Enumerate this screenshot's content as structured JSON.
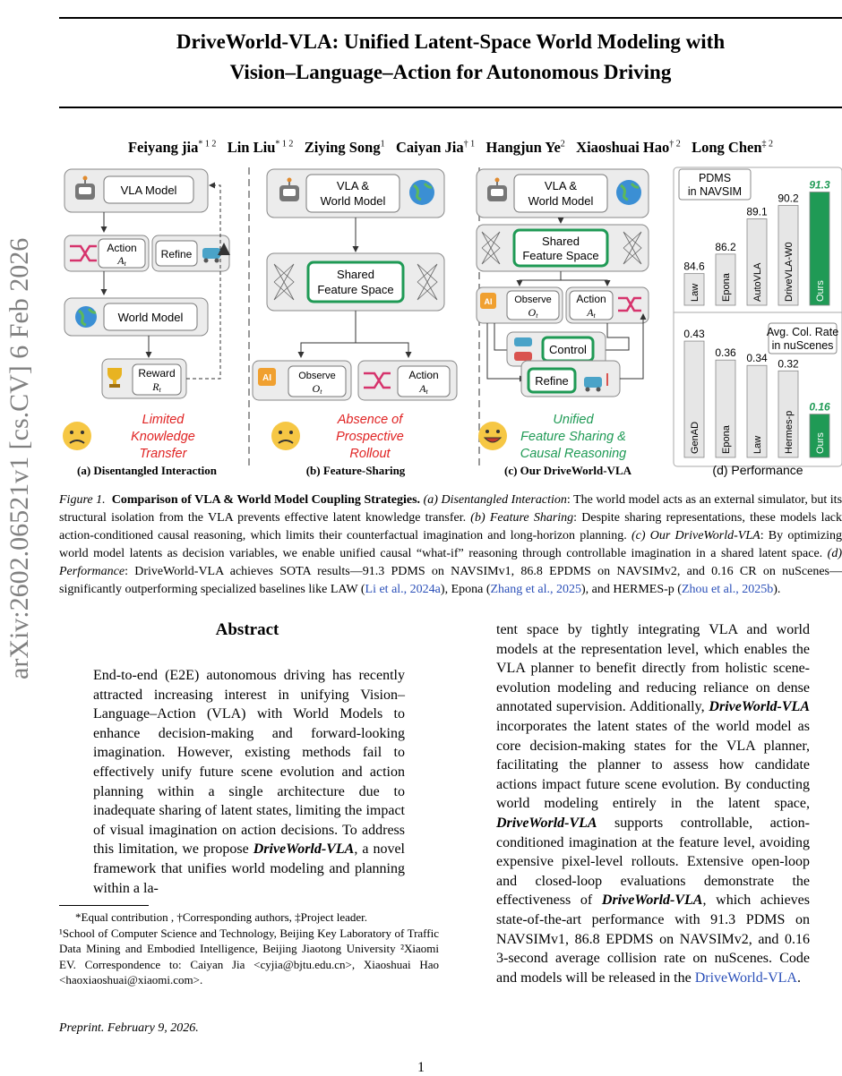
{
  "title_line1": "DriveWorld-VLA: Unified Latent-Space World Modeling with",
  "title_line2": "Vision–Language–Action for Autonomous Driving",
  "authors": [
    {
      "name": "Feiyang jia",
      "sup": "* 1 2"
    },
    {
      "name": "Lin Liu",
      "sup": "* 1 2"
    },
    {
      "name": "Ziying Song",
      "sup": "1"
    },
    {
      "name": "Caiyan Jia",
      "sup": "† 1"
    },
    {
      "name": "Hangjun Ye",
      "sup": "2"
    },
    {
      "name": "Xiaoshuai Hao",
      "sup": "† 2"
    },
    {
      "name": "Long Chen",
      "sup": "‡ 2"
    }
  ],
  "arxiv_id": "arXiv:2602.06521v1  [cs.CV]  6 Feb 2026",
  "figure": {
    "panel_a": {
      "vla_model": "VLA Model",
      "action": "Action",
      "action_sym": "A",
      "action_sub": "t",
      "refine": "Refine",
      "world_model": "World Model",
      "reward": "Reward",
      "reward_sym": "R",
      "reward_sub": "t",
      "emoji": "🙁",
      "note_l1": "Limited",
      "note_l2": "Knowledge",
      "note_l3": "Transfer",
      "caption": "(a) Disentangled Interaction"
    },
    "panel_b": {
      "vla_wm_l1": "VLA &",
      "vla_wm_l2": "World Model",
      "shared_l1": "Shared",
      "shared_l2": "Feature Space",
      "ai": "AI",
      "observe": "Observe",
      "observe_sym": "O",
      "observe_sub": "t",
      "action": "Action",
      "action_sym": "A",
      "action_sub": "t",
      "emoji": "🙁",
      "note_l1": "Absence of",
      "note_l2": "Prospective",
      "note_l3": "Rollout",
      "caption": "(b) Feature-Sharing"
    },
    "panel_c": {
      "vla_wm_l1": "VLA &",
      "vla_wm_l2": "World Model",
      "shared_l1": "Shared",
      "shared_l2": "Feature Space",
      "ai": "AI",
      "observe": "Observe",
      "observe_sym": "O",
      "observe_sub": "t",
      "action": "Action",
      "action_sym": "A",
      "action_sub": "t",
      "control": "Control",
      "refine": "Refine",
      "emoji": "😄",
      "note_l1": "Unified",
      "note_l2": "Feature Sharing &",
      "note_l3": "Causal Reasoning",
      "caption": "(c) Our DriveWorld-VLA"
    },
    "panel_d": {
      "caption": "(d) Performance",
      "green": "#1f9a55",
      "bar_gray": "#e6e6e6"
    }
  },
  "chart_data": [
    {
      "type": "bar",
      "title": "PDMS in NAVSIM",
      "categories": [
        "Law",
        "Epona",
        "AutoVLA",
        "DriveVLA-W0",
        "Ours"
      ],
      "values": [
        84.6,
        86.2,
        89.1,
        90.2,
        91.3
      ],
      "value_labels": [
        "84.6",
        "86.2",
        "89.1",
        "90.2",
        "91.3"
      ],
      "highlight": "Ours"
    },
    {
      "type": "bar",
      "title": "Avg. Col. Rate in nuScenes",
      "categories": [
        "GenAD",
        "Epona",
        "Law",
        "Hermes-p",
        "Ours"
      ],
      "values": [
        0.43,
        0.36,
        0.34,
        0.32,
        0.16
      ],
      "value_labels": [
        "0.43",
        "0.36",
        "0.34",
        "0.32",
        "0.16"
      ],
      "highlight": "Ours"
    }
  ],
  "caption": {
    "fig_label": "Figure 1.",
    "bold": "Comparison of VLA & World Model Coupling Strategies.",
    "a_lbl": "(a) Disentangled Interaction",
    "a_text": ": The world model acts as an external simulator, but its structural isolation from the VLA prevents effective latent knowledge transfer. ",
    "b_lbl": "(b) Feature Sharing",
    "b_text": ": Despite sharing representations, these models lack action-conditioned causal reasoning, which limits their counterfactual imagination and long-horizon planning. ",
    "c_lbl": "(c) Our DriveWorld-VLA",
    "c_text": ": By optimizing world model latents as decision variables, we enable unified causal “what-if” reasoning through controllable imagination in a shared latent space. ",
    "d_lbl": "(d) Performance",
    "d_text": ": DriveWorld-VLA achieves SOTA results—91.3 PDMS on NAVSIMv1, 86.8 EPDMS on NAVSIMv2, and 0.16 CR on nuScenes—significantly outperforming specialized baselines like LAW (",
    "cite1": "Li et al., 2024a",
    "t2": "), Epona (",
    "cite2": "Zhang et al., 2025",
    "t3": "), and HERMES-p (",
    "cite3": "Zhou et al., 2025b",
    "t4": ")."
  },
  "abstract_heading": "Abstract",
  "abstract_left": {
    "p1": "End-to-end (E2E) autonomous driving has recently attracted increasing interest in unifying Vision–Language–Action (VLA) with World Models to enhance decision-making and forward-looking imagination. However, existing methods fail to effectively unify future scene evolution and action planning within a single architecture due to inadequate sharing of latent states, limiting the impact of visual imagination on action decisions. To address this limitation, we propose ",
    "name": "DriveWorld-VLA",
    "p2": ", a novel framework that unifies world modeling and planning within a la-"
  },
  "abstract_right": {
    "p1": "tent space by tightly integrating VLA and world models at the representation level, which enables the VLA planner to benefit directly from holistic scene-evolution modeling and reducing reliance on dense annotated supervision. Additionally, ",
    "name1": "DriveWorld-VLA",
    "p2": " incorporates the latent states of the world model as core decision-making states for the VLA planner, facilitating the planner to assess how candidate actions impact future scene evolution. By conducting world modeling entirely in the latent space, ",
    "name2": "DriveWorld-VLA",
    "p3": " supports controllable, action-conditioned imagination at the feature level, avoiding expensive pixel-level rollouts. Extensive open-loop and closed-loop evaluations demonstrate the effectiveness of ",
    "name3": "DriveWorld-VLA",
    "p4": ", which achieves state-of-the-art performance with 91.3 PDMS on NAVSIMv1, 86.8 EPDMS on NAVSIMv2, and 0.16 3-second average collision rate on nuScenes. Code and models will be released in the ",
    "link": "DriveWorld-VLA",
    "p5": "."
  },
  "footnote": {
    "line1": "*Equal contribution , †Corresponding authors, ‡Project leader.",
    "line2": "¹School of Computer Science and Technology, Beijing Key Laboratory of Traffic Data Mining and Embodied Intelligence, Beijing Jiaotong University ²Xiaomi EV. Correspondence to:  Caiyan Jia <cyjia@bjtu.edu.cn>, Xiaoshuai Hao <haoxiaoshuai@xiaomi.com>."
  },
  "preprint": "Preprint. February 9, 2026.",
  "page_number": "1"
}
